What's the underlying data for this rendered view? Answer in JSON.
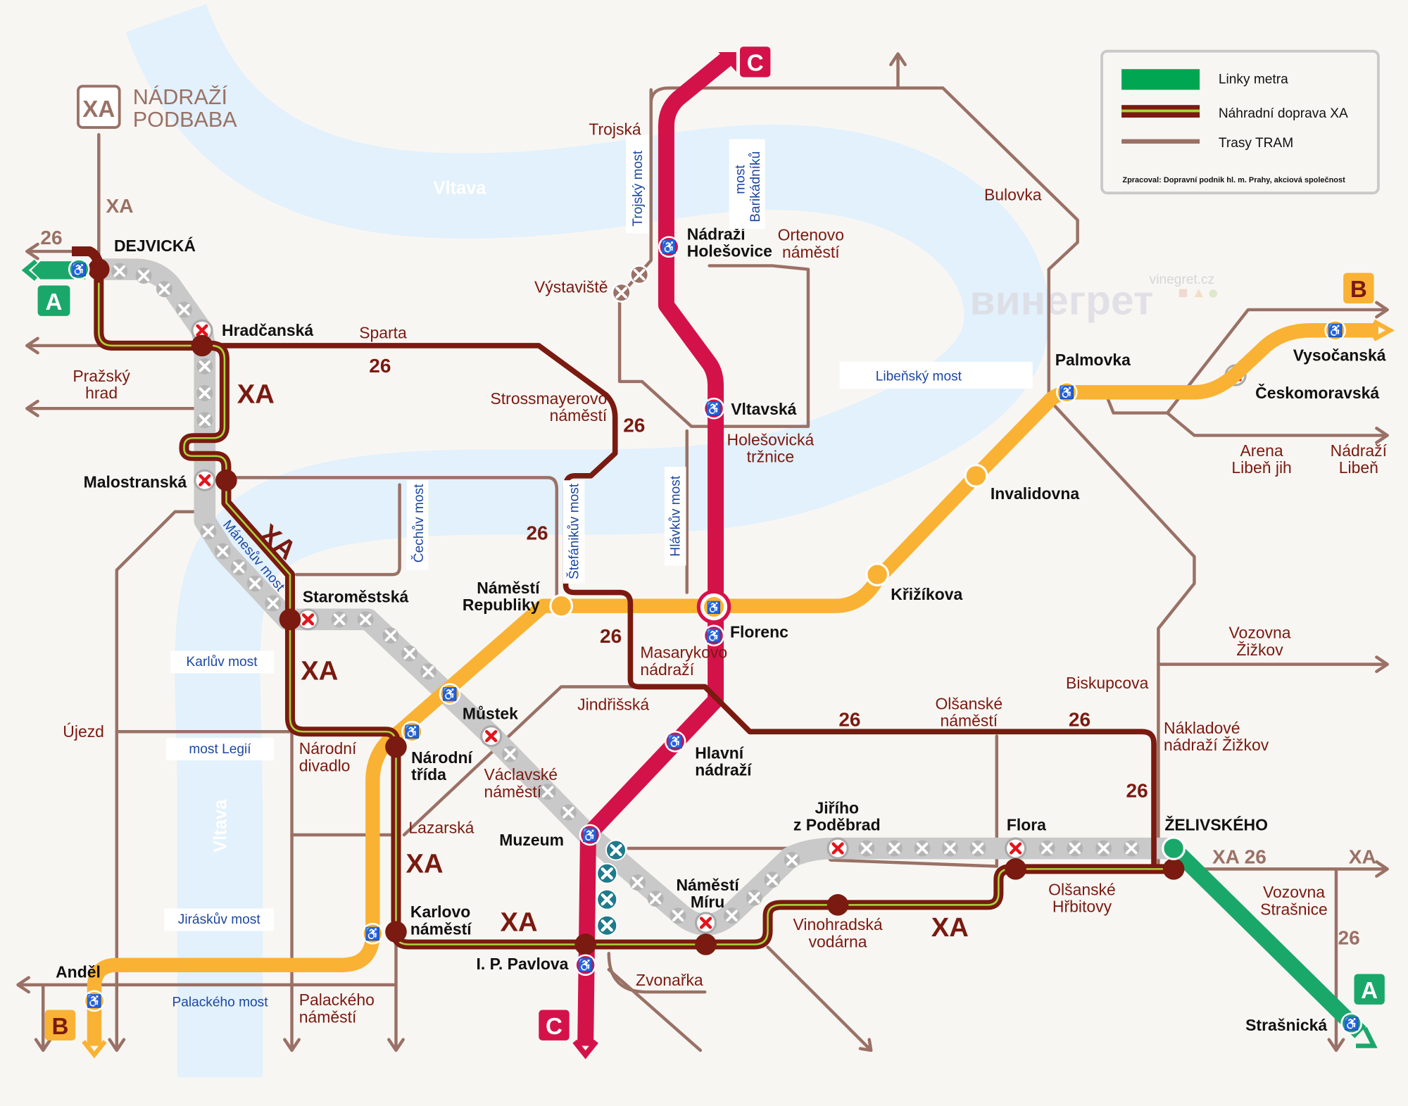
{
  "terminus": {
    "code": "XA",
    "name": [
      "NÁDRAŽÍ",
      "PODBABA"
    ]
  },
  "legend": {
    "metro": "Linky metra",
    "xa": "Náhradní doprava XA",
    "tram": "Trasy TRAM",
    "credit": "Zpracoval: Dopravní podnik hl. m. Prahy, akciová společnost"
  },
  "watermark": {
    "logo": "винегрет",
    "url": "vinegret.cz"
  },
  "river": {
    "name": "Vltava"
  },
  "lines": {
    "A": "A",
    "B": "B",
    "C": "C"
  },
  "colors": {
    "metro_a": "#1aa86a",
    "metro_b": "#f9b233",
    "metro_c": "#d4124a",
    "xa": "#7a1a10",
    "xa_stripe": "#a8d63a",
    "tram": "#9a7166",
    "closed": "#c9c9c9",
    "river": "#e2f1fb"
  },
  "routes": {
    "xa": "XA",
    "n26": "26",
    "xa26": "XA 26"
  },
  "metro": {
    "dejvicka": "DEJVICKÁ",
    "hradcanska": "Hradčanská",
    "malostranska": "Malostranská",
    "staromestska": "Staroměstská",
    "mustek": "Můstek",
    "muzeum": "Muzeum",
    "namesti_miru": [
      "Náměstí",
      "Míru"
    ],
    "jiriho": [
      "Jiřího",
      "z Poděbrad"
    ],
    "flora": "Flora",
    "zelivskeho": "ŽELIVSKÉHO",
    "strasnicka": "Strašnická",
    "narodni_trida": [
      "Národní",
      "třída"
    ],
    "karlovo_namesti": [
      "Karlovo",
      "náměstí"
    ],
    "ip_pavlova": "I. P. Pavlova",
    "andel": "Anděl",
    "namesti_republiky": [
      "Náměstí",
      "Republiky"
    ],
    "florenc": "Florenc",
    "krizikova": "Křižíkova",
    "invalidovna": "Invalidovna",
    "palmovka": "Palmovka",
    "ceskomoravska": "Českomoravská",
    "vysocanska": "Vysočanská",
    "hlavni_nadrazi": [
      "Hlavní",
      "nádraží"
    ],
    "vltavska": "Vltavská",
    "nadrazi_holesovice": [
      "Nádraží",
      "Holešovice"
    ]
  },
  "tram": {
    "prazsky_hrad": [
      "Pražský",
      "hrad"
    ],
    "sparta": "Sparta",
    "strossmayerovo": [
      "Strossmayerovo",
      "náměstí"
    ],
    "vystaviste": "Výstaviště",
    "trojska": "Trojská",
    "ortenovo": [
      "Ortenovo",
      "náměstí"
    ],
    "holesovicka_trznice": [
      "Holešovická",
      "tržnice"
    ],
    "bulovka": "Bulovka",
    "arena_liben": [
      "Arena",
      "Libeň jih"
    ],
    "nadrazi_liben": [
      "Nádraží",
      "Libeň"
    ],
    "vozovna_zizkov": [
      "Vozovna",
      "Žižkov"
    ],
    "biskupcova": "Biskupcova",
    "nakladove": [
      "Nákladové",
      "nádraží Žižkov"
    ],
    "olsanske_namesti": [
      "Olšanské",
      "náměstí"
    ],
    "jindrisska": "Jindřišská",
    "masarykovo": [
      "Masarykovo",
      "nádraží"
    ],
    "vaclavske": [
      "Václavské",
      "náměstí"
    ],
    "narodni_divadlo": [
      "Národní",
      "divadlo"
    ],
    "lazarska": "Lazarská",
    "ujezd": "Újezd",
    "palackeho_namesti": [
      "Palackého",
      "náměstí"
    ],
    "zvonarka": "Zvonařka",
    "vinohradska_vodarna": [
      "Vinohradská",
      "vodárna"
    ],
    "olsanske_hrbitovy": [
      "Olšanské",
      "Hřbitovy"
    ],
    "vozovna_strasnice": [
      "Vozovna",
      "Strašnice"
    ]
  },
  "bridges": {
    "trojsky": "Trojský most",
    "barikadniku": [
      "most",
      "Barikádníků"
    ],
    "libensky": "Libeňský most",
    "cechuv": "Čechův most",
    "stefanikuv": "Štefánikův most",
    "hlavkuv": "Hlávkův most",
    "manesuv": "Mánesův most",
    "karluv": "Karlův most",
    "legii": "most Legií",
    "jiraskuv": "Jiráskův most",
    "palackeho": "Palackého most"
  }
}
